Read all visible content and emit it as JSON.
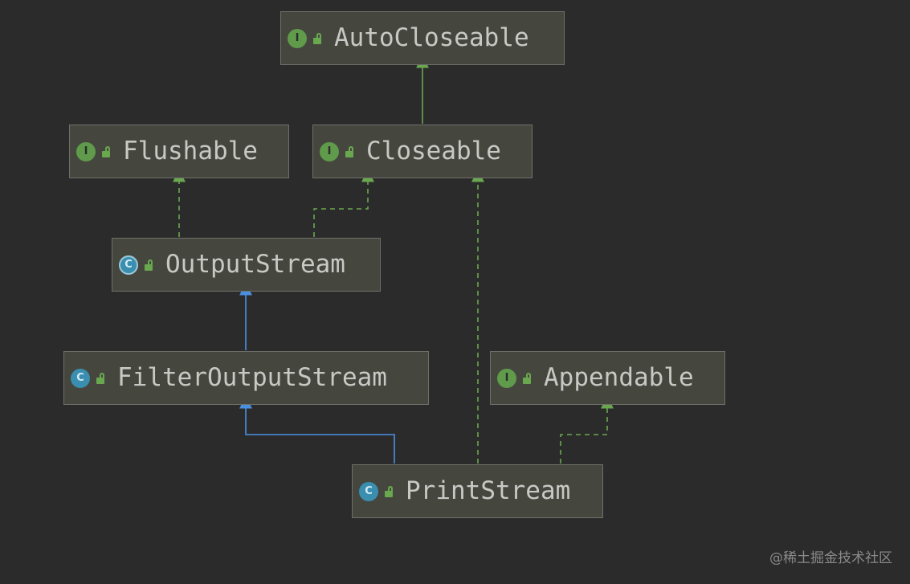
{
  "nodes": {
    "autocloseable": {
      "label": "AutoCloseable",
      "badge": "I",
      "kind": "interface"
    },
    "flushable": {
      "label": "Flushable",
      "badge": "I",
      "kind": "interface"
    },
    "closeable": {
      "label": "Closeable",
      "badge": "I",
      "kind": "interface"
    },
    "outputstream": {
      "label": "OutputStream",
      "badge": "C",
      "kind": "abstract-class"
    },
    "filteroutputstream": {
      "label": "FilterOutputStream",
      "badge": "C",
      "kind": "class"
    },
    "appendable": {
      "label": "Appendable",
      "badge": "I",
      "kind": "interface"
    },
    "printstream": {
      "label": "PrintStream",
      "badge": "C",
      "kind": "class"
    }
  },
  "edges": [
    {
      "from": "closeable",
      "to": "autocloseable",
      "type": "extends-interface"
    },
    {
      "from": "outputstream",
      "to": "flushable",
      "type": "implements"
    },
    {
      "from": "outputstream",
      "to": "closeable",
      "type": "implements"
    },
    {
      "from": "printstream",
      "to": "closeable",
      "type": "implements"
    },
    {
      "from": "filteroutputstream",
      "to": "outputstream",
      "type": "extends-class"
    },
    {
      "from": "printstream",
      "to": "filteroutputstream",
      "type": "extends-class"
    },
    {
      "from": "printstream",
      "to": "appendable",
      "type": "implements"
    }
  ],
  "colors": {
    "background": "#2b2b2b",
    "node_fill": "#45473f",
    "interface_edge": "#6aa84f",
    "class_edge": "#4a90e2",
    "interface_badge": "#5f9b4a",
    "class_badge": "#3a8fb0"
  },
  "icons": {
    "interface": "interface-badge-icon",
    "class": "class-badge-icon",
    "visibility": "public-lock-icon"
  },
  "watermark": "@稀土掘金技术社区"
}
